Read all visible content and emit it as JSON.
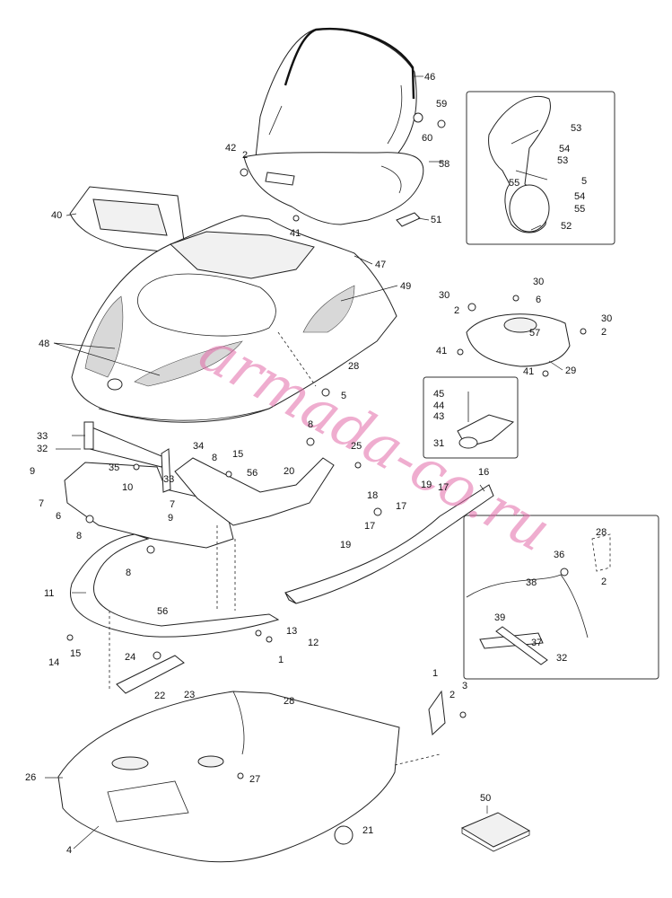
{
  "watermark": "armada-co.ru",
  "callouts": [
    {
      "id": "c46",
      "label": "46"
    },
    {
      "id": "c59",
      "label": "59"
    },
    {
      "id": "c60",
      "label": "60"
    },
    {
      "id": "c42",
      "label": "42"
    },
    {
      "id": "c2a",
      "label": "2"
    },
    {
      "id": "c58",
      "label": "58"
    },
    {
      "id": "c40",
      "label": "40"
    },
    {
      "id": "c41a",
      "label": "41"
    },
    {
      "id": "c51",
      "label": "51"
    },
    {
      "id": "c47",
      "label": "47"
    },
    {
      "id": "c49",
      "label": "49"
    },
    {
      "id": "c48",
      "label": "48"
    },
    {
      "id": "c28a",
      "label": "28"
    },
    {
      "id": "c5a",
      "label": "5"
    },
    {
      "id": "c53a",
      "label": "53"
    },
    {
      "id": "c54a",
      "label": "54"
    },
    {
      "id": "c53b",
      "label": "53"
    },
    {
      "id": "c5b",
      "label": "5"
    },
    {
      "id": "c55a",
      "label": "55"
    },
    {
      "id": "c54b",
      "label": "54"
    },
    {
      "id": "c55b",
      "label": "55"
    },
    {
      "id": "c52",
      "label": "52"
    },
    {
      "id": "c30a",
      "label": "30"
    },
    {
      "id": "c30b",
      "label": "30"
    },
    {
      "id": "c6a",
      "label": "6"
    },
    {
      "id": "c2b",
      "label": "2"
    },
    {
      "id": "c30c",
      "label": "30"
    },
    {
      "id": "c57",
      "label": "57"
    },
    {
      "id": "c2c",
      "label": "2"
    },
    {
      "id": "c41b",
      "label": "41"
    },
    {
      "id": "c41c",
      "label": "41"
    },
    {
      "id": "c29",
      "label": "29"
    },
    {
      "id": "c45",
      "label": "45"
    },
    {
      "id": "c44",
      "label": "44"
    },
    {
      "id": "c43",
      "label": "43"
    },
    {
      "id": "c31",
      "label": "31"
    },
    {
      "id": "c33a",
      "label": "33"
    },
    {
      "id": "c32a",
      "label": "32"
    },
    {
      "id": "c34",
      "label": "34"
    },
    {
      "id": "c8a",
      "label": "8"
    },
    {
      "id": "c25",
      "label": "25"
    },
    {
      "id": "c9a",
      "label": "9"
    },
    {
      "id": "c35",
      "label": "35"
    },
    {
      "id": "c33b",
      "label": "33"
    },
    {
      "id": "c15a",
      "label": "15"
    },
    {
      "id": "c8b",
      "label": "8"
    },
    {
      "id": "c56a",
      "label": "56"
    },
    {
      "id": "c20",
      "label": "20"
    },
    {
      "id": "c7a",
      "label": "7"
    },
    {
      "id": "c10",
      "label": "10"
    },
    {
      "id": "c7b",
      "label": "7"
    },
    {
      "id": "c6b",
      "label": "6"
    },
    {
      "id": "c9b",
      "label": "9"
    },
    {
      "id": "c8c",
      "label": "8"
    },
    {
      "id": "c8d",
      "label": "8"
    },
    {
      "id": "c16",
      "label": "16"
    },
    {
      "id": "c17a",
      "label": "17"
    },
    {
      "id": "c19a",
      "label": "19"
    },
    {
      "id": "c18",
      "label": "18"
    },
    {
      "id": "c17b",
      "label": "17"
    },
    {
      "id": "c17c",
      "label": "17"
    },
    {
      "id": "c19b",
      "label": "19"
    },
    {
      "id": "c11",
      "label": "11"
    },
    {
      "id": "c56b",
      "label": "56"
    },
    {
      "id": "c13",
      "label": "13"
    },
    {
      "id": "c12",
      "label": "12"
    },
    {
      "id": "c1a",
      "label": "1"
    },
    {
      "id": "c14",
      "label": "14"
    },
    {
      "id": "c15b",
      "label": "15"
    },
    {
      "id": "c24",
      "label": "24"
    },
    {
      "id": "c22",
      "label": "22"
    },
    {
      "id": "c23",
      "label": "23"
    },
    {
      "id": "c28b",
      "label": "28"
    },
    {
      "id": "c28c",
      "label": "28"
    },
    {
      "id": "c36",
      "label": "36"
    },
    {
      "id": "c2d",
      "label": "2"
    },
    {
      "id": "c38",
      "label": "38"
    },
    {
      "id": "c39",
      "label": "39"
    },
    {
      "id": "c37",
      "label": "37"
    },
    {
      "id": "c32b",
      "label": "32"
    },
    {
      "id": "c1b",
      "label": "1"
    },
    {
      "id": "c2e",
      "label": "2"
    },
    {
      "id": "c3",
      "label": "3"
    },
    {
      "id": "c26",
      "label": "26"
    },
    {
      "id": "c27",
      "label": "27"
    },
    {
      "id": "c21",
      "label": "21"
    },
    {
      "id": "c4",
      "label": "4"
    },
    {
      "id": "c50",
      "label": "50"
    }
  ]
}
